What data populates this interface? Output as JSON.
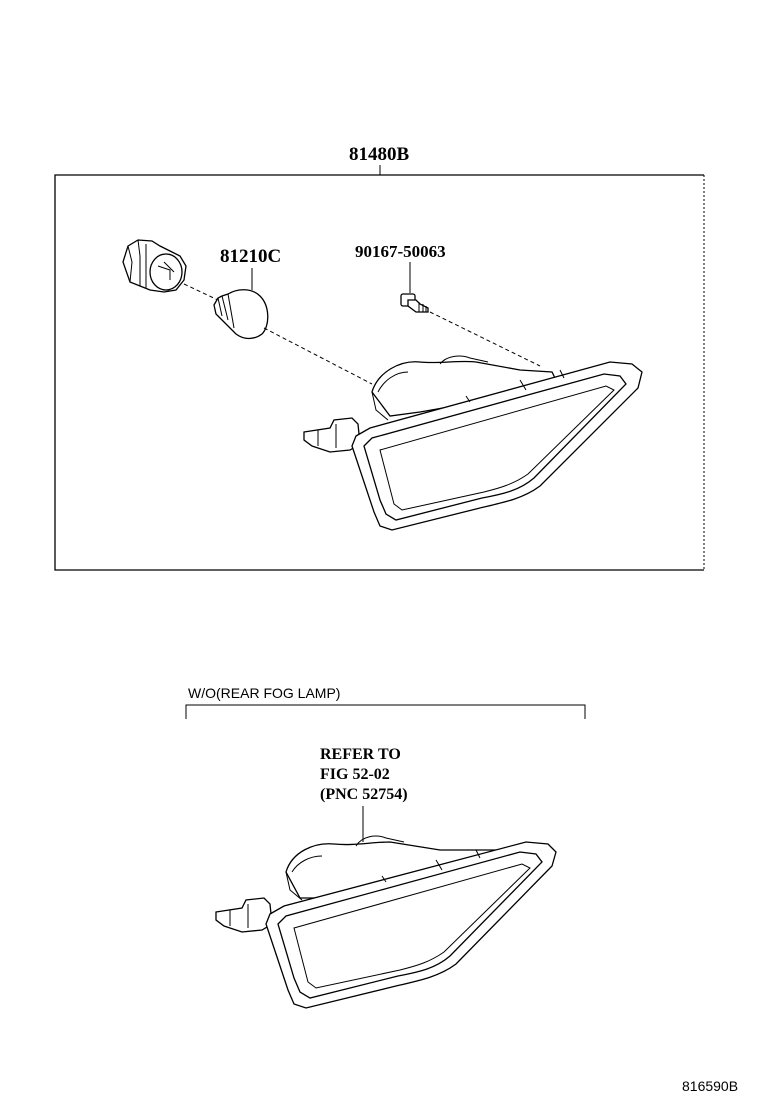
{
  "assembly": {
    "label": "81480B"
  },
  "parts": {
    "bulb_label": "81210C",
    "screw_label": "90167-50063"
  },
  "variant": {
    "condition_label": "W/O(REAR FOG LAMP)",
    "refer_line1": "REFER TO",
    "refer_line2": "FIG 52-02",
    "refer_line3": "(PNC 52754)"
  },
  "figure_id": "816590B"
}
